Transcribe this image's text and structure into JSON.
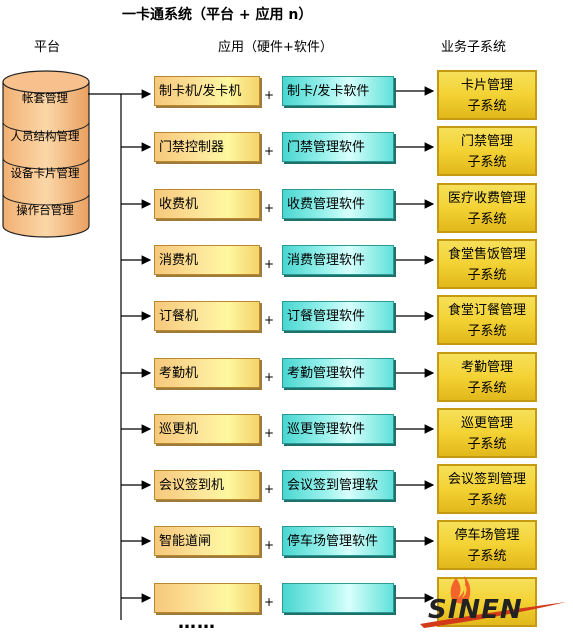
{
  "title": "一卡通系统（平台 + 应用 n）",
  "headers": {
    "platform": "平台",
    "application": "应用（硬件+软件）",
    "subsystem": "业务子系统"
  },
  "platform_items": [
    "帐套管理",
    "人员结构管理",
    "设备卡片管理",
    "操作台管理"
  ],
  "plus": "+",
  "rows": [
    {
      "hardware": "制卡机/发卡机",
      "software": "制卡/发卡软件",
      "subsystem_line1": "卡片管理",
      "subsystem_line2": "子系统"
    },
    {
      "hardware": "门禁控制器",
      "software": "门禁管理软件",
      "subsystem_line1": "门禁管理",
      "subsystem_line2": "子系统"
    },
    {
      "hardware": "收费机",
      "software": "收费管理软件",
      "subsystem_line1": "医疗收费管理",
      "subsystem_line2": "子系统"
    },
    {
      "hardware": "消费机",
      "software": "消费管理软件",
      "subsystem_line1": "食堂售饭管理",
      "subsystem_line2": "子系统"
    },
    {
      "hardware": "订餐机",
      "software": "订餐管理软件",
      "subsystem_line1": "食堂订餐管理",
      "subsystem_line2": "子系统"
    },
    {
      "hardware": "考勤机",
      "software": "考勤管理软件",
      "subsystem_line1": "考勤管理",
      "subsystem_line2": "子系统"
    },
    {
      "hardware": "巡更机",
      "software": "巡更管理软件",
      "subsystem_line1": "巡更管理",
      "subsystem_line2": "子系统"
    },
    {
      "hardware": "会议签到机",
      "software": "会议签到管理软",
      "subsystem_line1": "会议签到管理",
      "subsystem_line2": "子系统"
    },
    {
      "hardware": "智能道闸",
      "software": "停车场管理软件",
      "subsystem_line1": "停车场管理",
      "subsystem_line2": "子系统"
    },
    {
      "hardware": "",
      "software": "",
      "subsystem_line1": "",
      "subsystem_line2": ""
    }
  ],
  "ellipsis": "……",
  "logo_text": "SINEN"
}
